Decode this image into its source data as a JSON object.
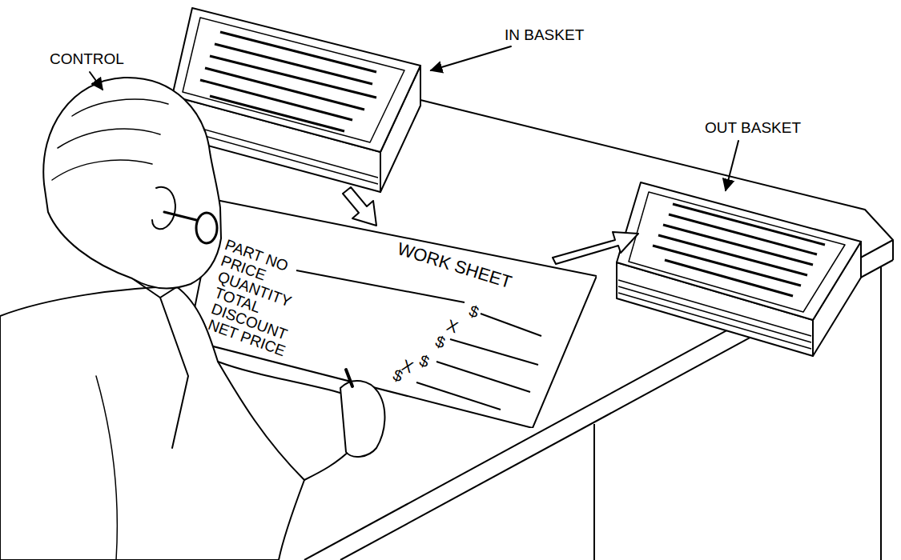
{
  "diagram": {
    "nodes": [
      {
        "text": [
          "WORK SHEET",
          "PART NO",
          "PRICE",
          "QUANTITY",
          "TOTAL",
          "DISCOUNT",
          "NET PRICE",
          "$",
          "X",
          "$",
          "$",
          "X",
          "$"
        ]
      }
    ],
    "labels": [
      "CONTROL",
      "IN BASKET",
      "OUT BASKET"
    ]
  }
}
